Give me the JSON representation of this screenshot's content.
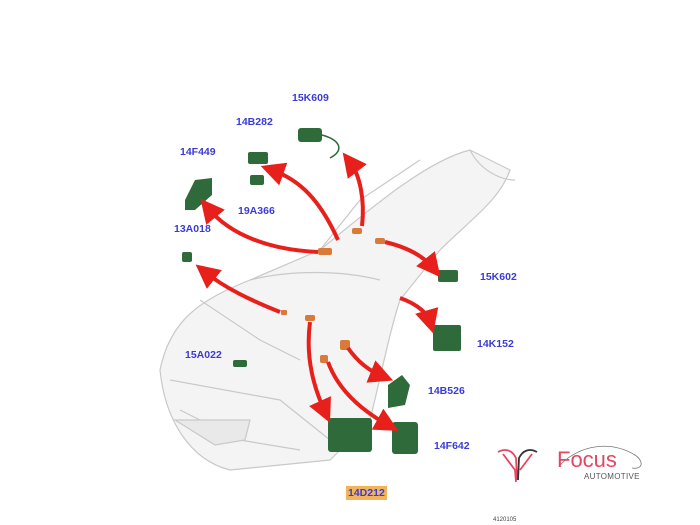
{
  "parts": [
    {
      "code": "15K609"
    },
    {
      "code": "14B282"
    },
    {
      "code": "14F449"
    },
    {
      "code": "19A366"
    },
    {
      "code": "13A018"
    },
    {
      "code": "15K602"
    },
    {
      "code": "14K152"
    },
    {
      "code": "15A022"
    },
    {
      "code": "14B526"
    },
    {
      "code": "14F642"
    },
    {
      "code": "14D212"
    }
  ],
  "logo": {
    "name": "Focus",
    "subtitle": "AUTOMOTIVE"
  },
  "figure_code": "4120105",
  "colors": {
    "label": "#3b3bd6",
    "arrow": "#e8201c",
    "part": "#2f6b3a",
    "highlight": "#f2b45a",
    "brand": "#e64760"
  }
}
